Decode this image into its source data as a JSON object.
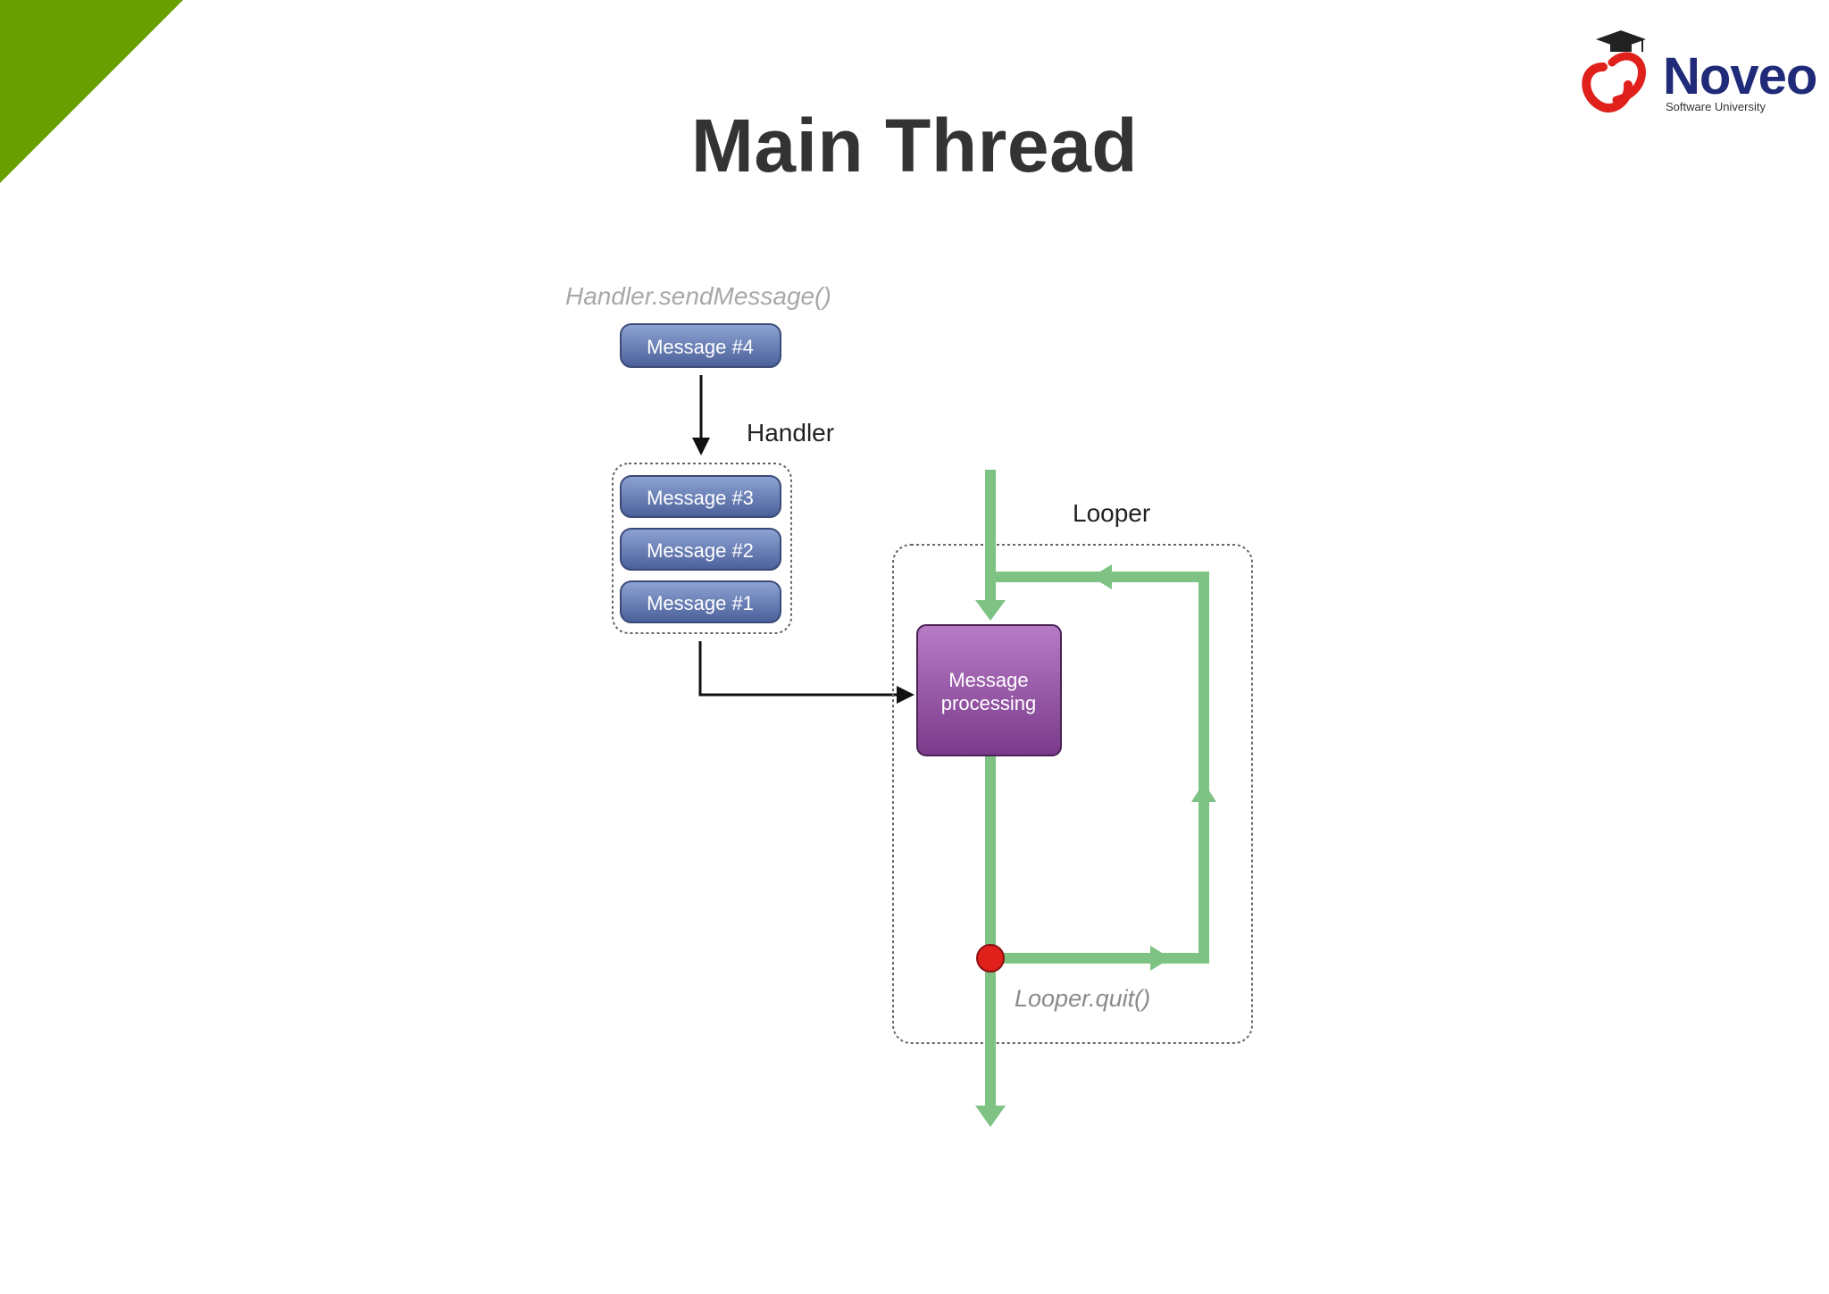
{
  "slide": {
    "title": "Main Thread"
  },
  "logo": {
    "name": "Noveo",
    "subtitle": "Software University"
  },
  "diagram": {
    "send_label": "Handler.sendMessage()",
    "handler_label": "Handler",
    "looper_label": "Looper",
    "quit_label": "Looper.quit()",
    "incoming_message": "Message #4",
    "queue": [
      "Message #3",
      "Message #2",
      "Message #1"
    ],
    "processing_line1": "Message",
    "processing_line2": "processing"
  },
  "colors": {
    "accent_green": "#6a9f00",
    "message_blue": "#5b72aa",
    "processing_purple": "#8e4a9d",
    "loop_green": "#7ec384",
    "quit_red": "#e0201b",
    "logo_navy": "#1f2a78",
    "logo_red": "#e0201b"
  }
}
